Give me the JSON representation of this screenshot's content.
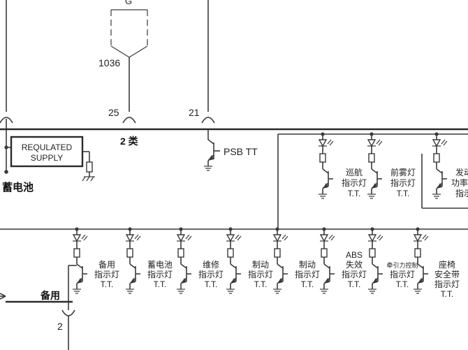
{
  "colors": {
    "line": "#3a3a3a",
    "text": "#222222",
    "background": "#ffffff"
  },
  "top_connector": {
    "label": "G",
    "wire": "1036"
  },
  "connectors": {
    "c25": "25",
    "c21": "21",
    "c2": "2"
  },
  "labels": {
    "class2": "2 类",
    "psb_tt": "PSB TT",
    "battery": "蓄电池",
    "backup": "备用",
    "supply_line1": "REQULATED",
    "supply_line2": "SUPPLY"
  },
  "upper_lamps": [
    {
      "l1": "巡航",
      "l2": "指示灯",
      "l3": "T.T."
    },
    {
      "l1": "前雾灯",
      "l2": "指示灯",
      "l3": "T.T."
    },
    {
      "l1": "发动机",
      "l2": "功率降低",
      "l3": "指示灯"
    }
  ],
  "lower_lamps": [
    {
      "l1": "",
      "l2": "备用",
      "l3": "指示灯",
      "l4": "T.T."
    },
    {
      "l1": "",
      "l2": "蓄电池",
      "l3": "指示灯",
      "l4": "T.T."
    },
    {
      "l1": "",
      "l2": "维修",
      "l3": "指示灯",
      "l4": "T.T."
    },
    {
      "l1": "",
      "l2": "制动",
      "l3": "指示灯",
      "l4": "T.T."
    },
    {
      "l1": "",
      "l2": "制动",
      "l3": "指示灯",
      "l4": "T.T."
    },
    {
      "l1": "ABS",
      "l2": "失效",
      "l3": "指示灯",
      "l4": "T.T."
    },
    {
      "l1": "",
      "l2": "牵引力控制",
      "l3": "指示灯",
      "l4": "T.T."
    },
    {
      "l1": "",
      "l2": "座椅",
      "l3": "安全带",
      "l4": "指示灯",
      "l5": "T.T."
    }
  ]
}
